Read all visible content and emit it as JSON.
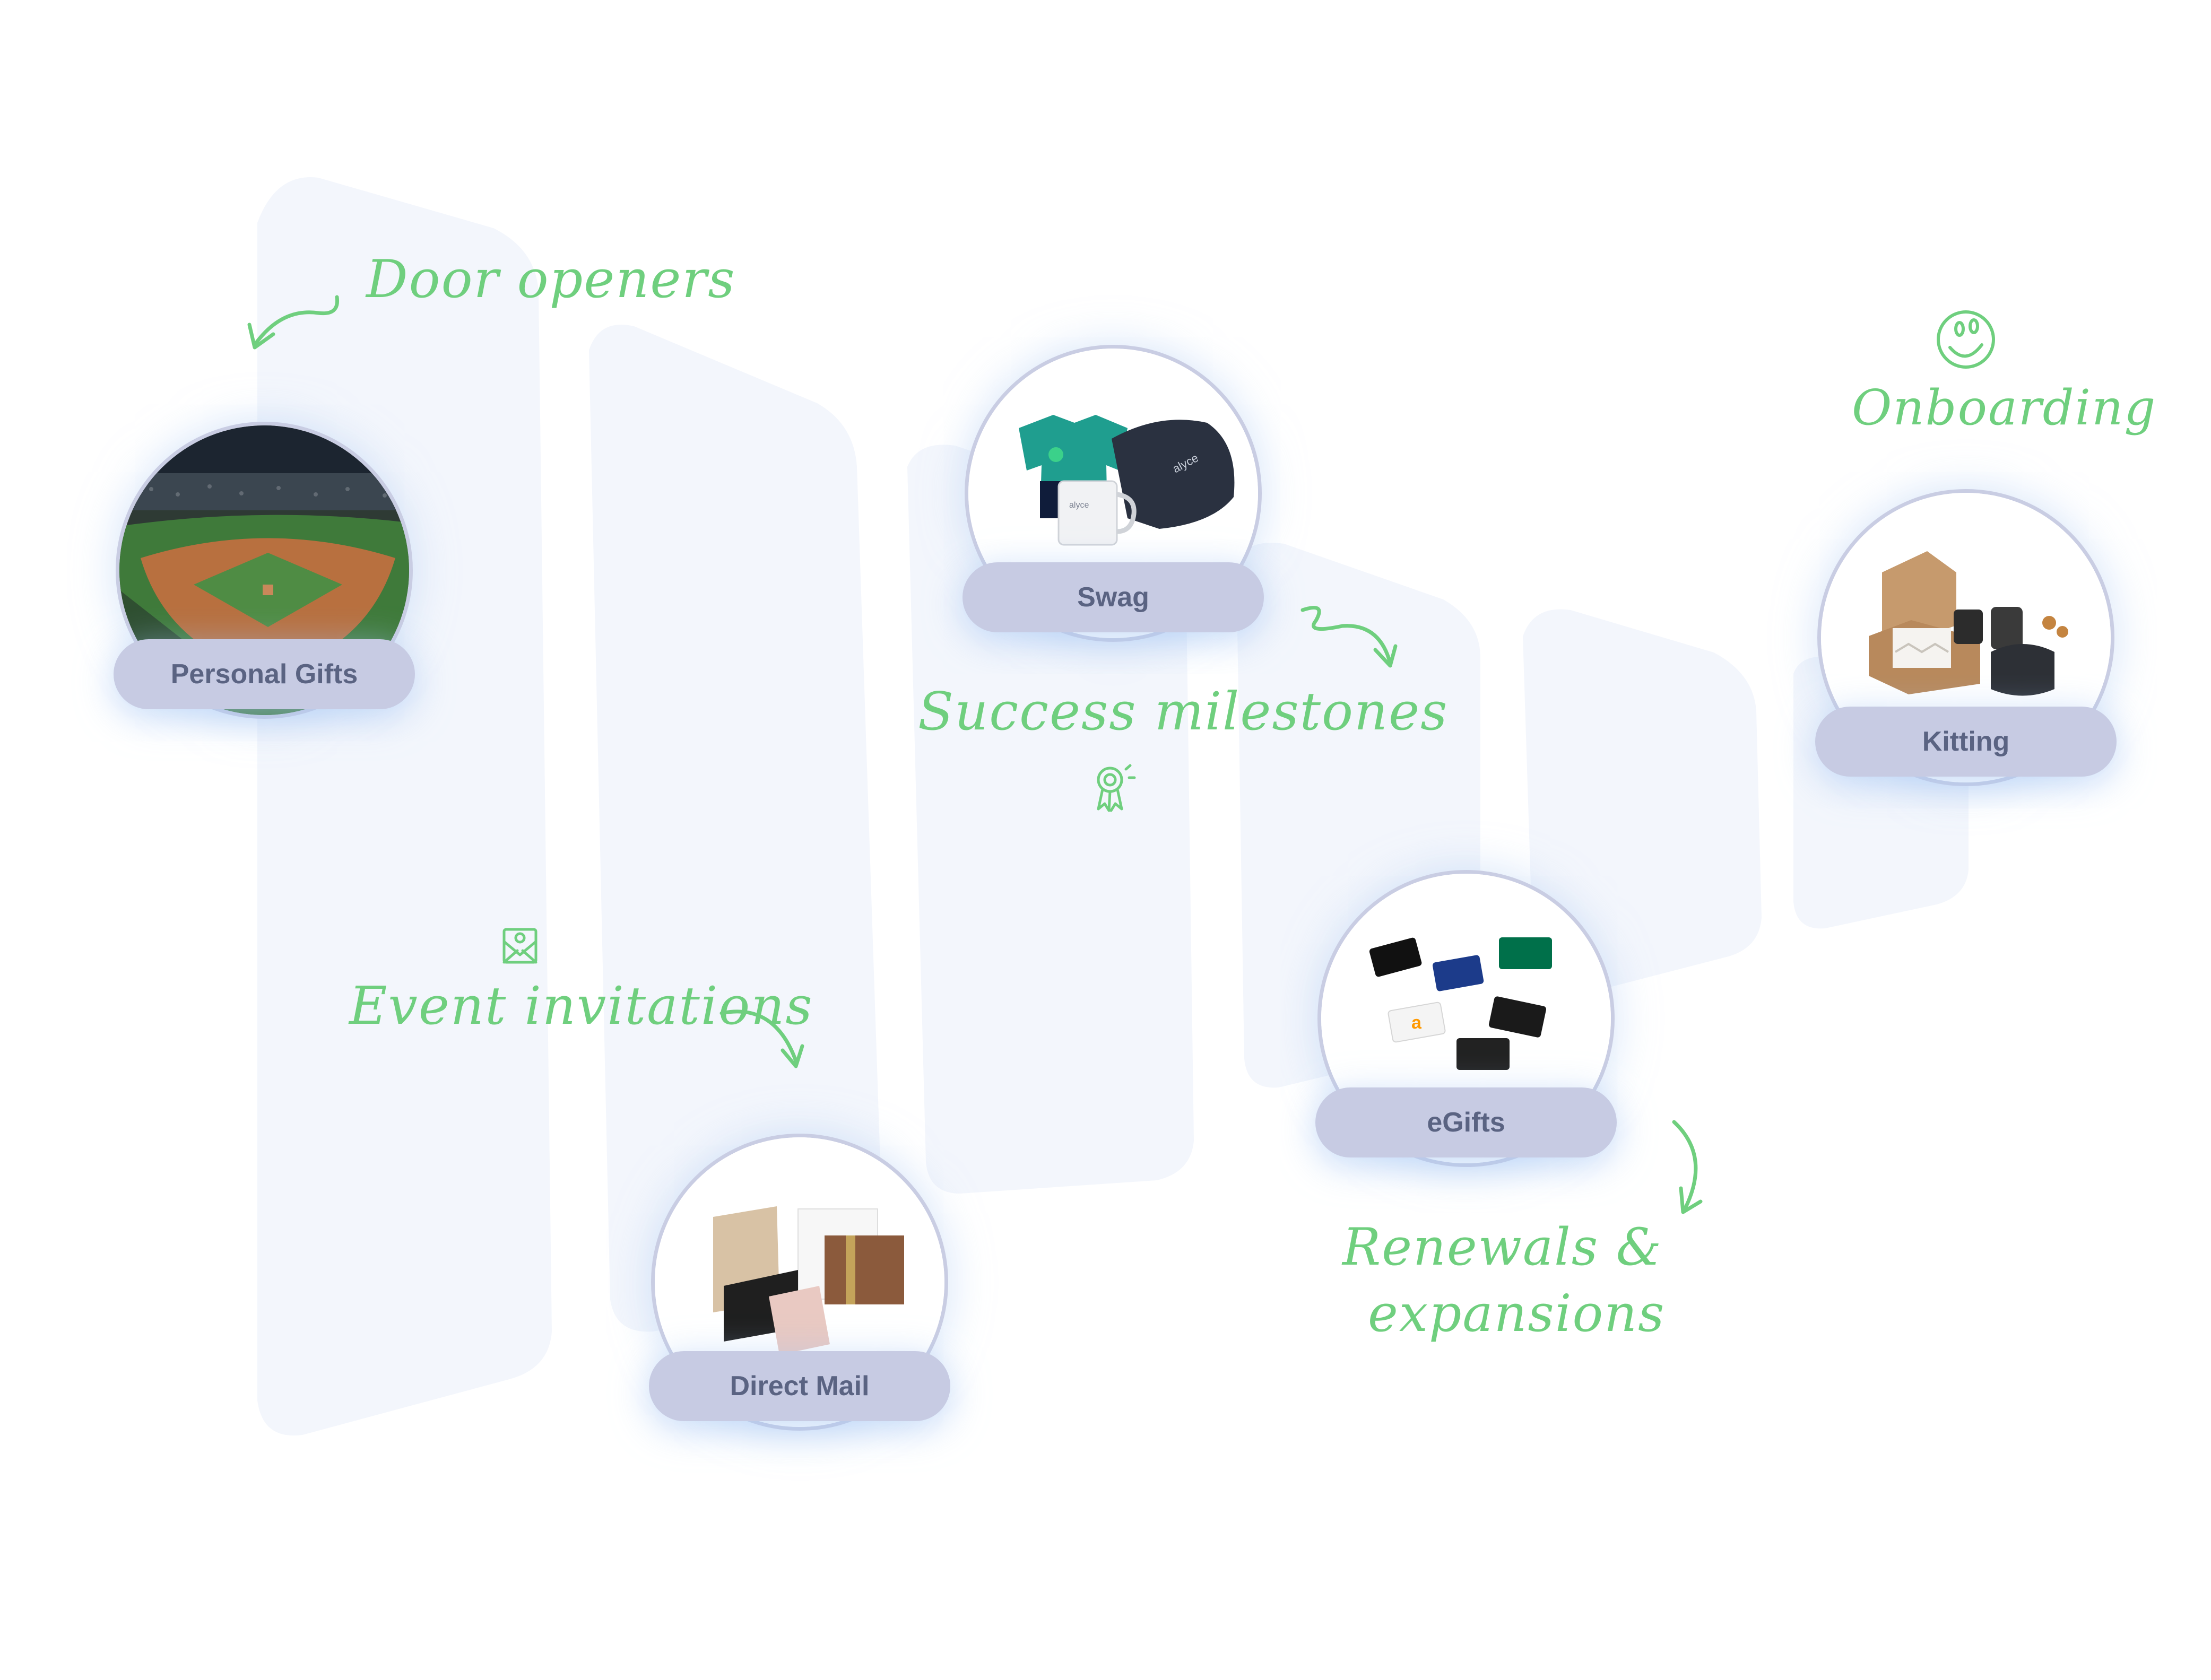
{
  "nodes": [
    {
      "label": "Personal Gifts",
      "image": "baseball-stadium-photo"
    },
    {
      "label": "Swag",
      "image": "branded-swag-photo"
    },
    {
      "label": "Kitting",
      "image": "gift-kit-box-photo"
    },
    {
      "label": "eGifts",
      "image": "gift-cards-photo"
    },
    {
      "label": "Direct Mail",
      "image": "direct-mail-box-photo"
    }
  ],
  "annotations": {
    "door_openers": "Door openers",
    "onboarding": "Onboarding",
    "success_milestones": "Success milestones",
    "event_invitations": "Event invitations",
    "renewals_line1": "Renewals &",
    "renewals_line2": "expansions"
  },
  "icons": [
    "arrow-icon",
    "smiley-icon",
    "award-ribbon-icon",
    "envelope-invite-icon"
  ],
  "colors": {
    "annotation_green": "#6fcf7e",
    "pill_fill": "#c7cbe3",
    "pill_text": "#5a6382",
    "circle_border": "#c9cde3",
    "background_shapes": "#f3f6fc"
  }
}
